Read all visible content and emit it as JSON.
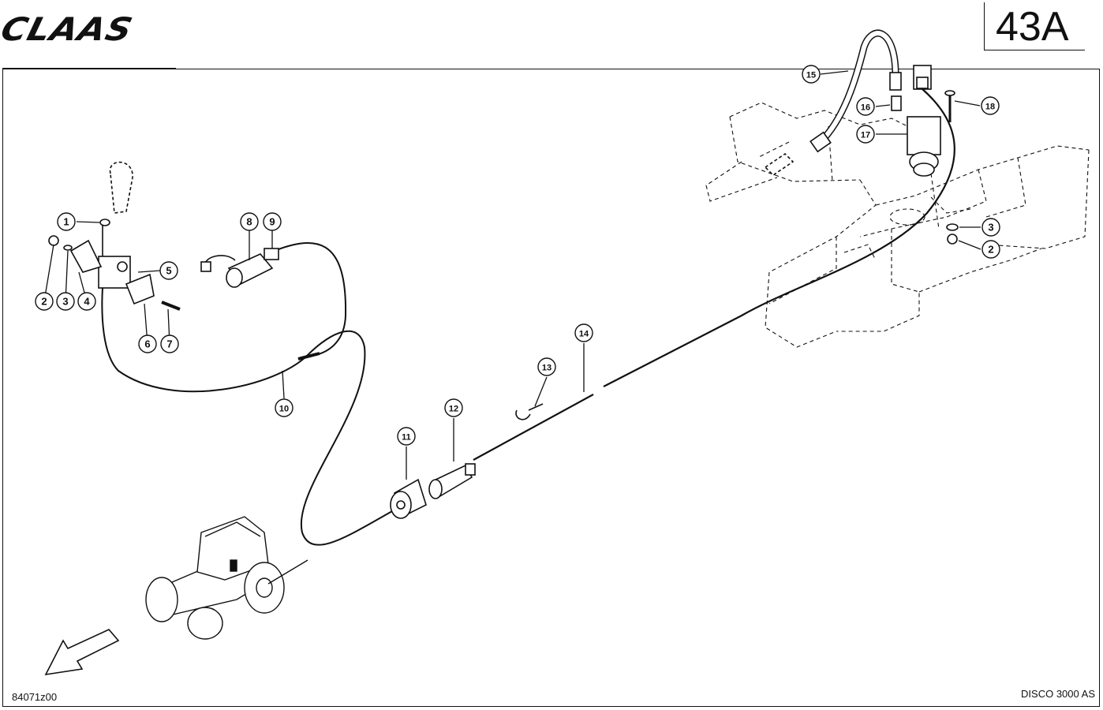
{
  "header": {
    "brand": "CLAAS",
    "page_code": "43A"
  },
  "footer": {
    "drawing_number": "84071z00",
    "model": "DISCO 3000 AS"
  },
  "callouts": [
    "1",
    "2",
    "3",
    "4",
    "5",
    "6",
    "7",
    "8",
    "9",
    "10",
    "11",
    "12",
    "13",
    "14",
    "15",
    "16",
    "17",
    "18",
    "3",
    "2"
  ],
  "icons": {
    "direction_arrow": "direction-arrow-icon",
    "tractor": "tractor-icon"
  }
}
